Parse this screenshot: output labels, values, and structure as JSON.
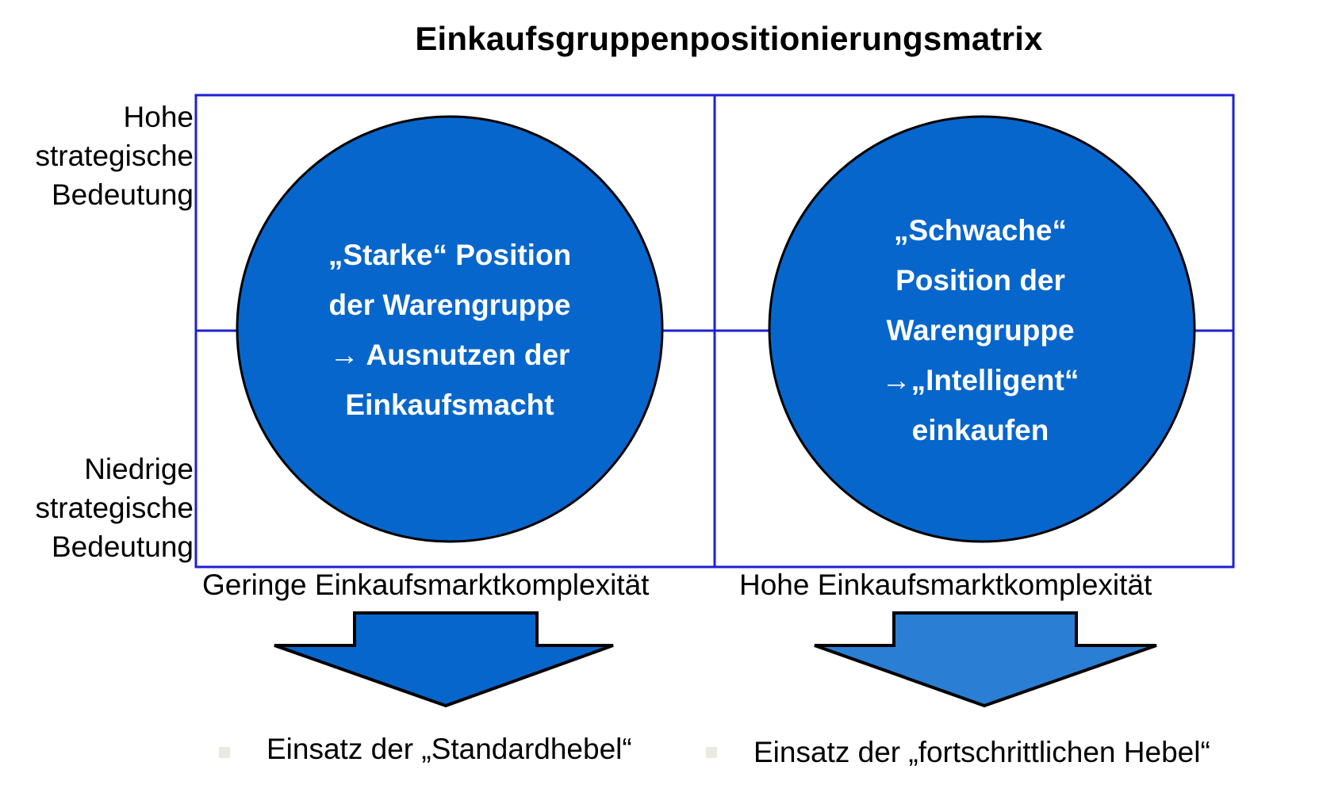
{
  "title": "Einkaufsgruppenpositionierungsmatrix",
  "y_axis": {
    "top_label": [
      "Hohe",
      "strategische",
      "Bedeutung"
    ],
    "bottom_label": [
      "Niedrige",
      "strategische",
      "Bedeutung"
    ]
  },
  "x_axis": {
    "left_label": "Geringe Einkaufsmarktkomplexität",
    "right_label": "Hohe Einkaufsmarktkomplexität"
  },
  "circles": {
    "left": [
      "„Starke“ Position",
      "der Warengruppe",
      "→ Ausnutzen der",
      "Einkaufsmacht"
    ],
    "right": [
      "„Schwache“",
      "Position der",
      "Warengruppe",
      "→„Intelligent“",
      "einkaufen"
    ]
  },
  "results": {
    "left": "Einsatz der „Standardhebel“",
    "right": "Einsatz der „fortschrittlichen Hebel“"
  },
  "colors": {
    "grid_line": "#1f1fd6",
    "circle_fill": "#0766cc",
    "arrow_left_fill": "#0766cc",
    "arrow_right_fill": "#2a7fd4",
    "outline": "#000000",
    "bullet": "#ece9e1"
  }
}
